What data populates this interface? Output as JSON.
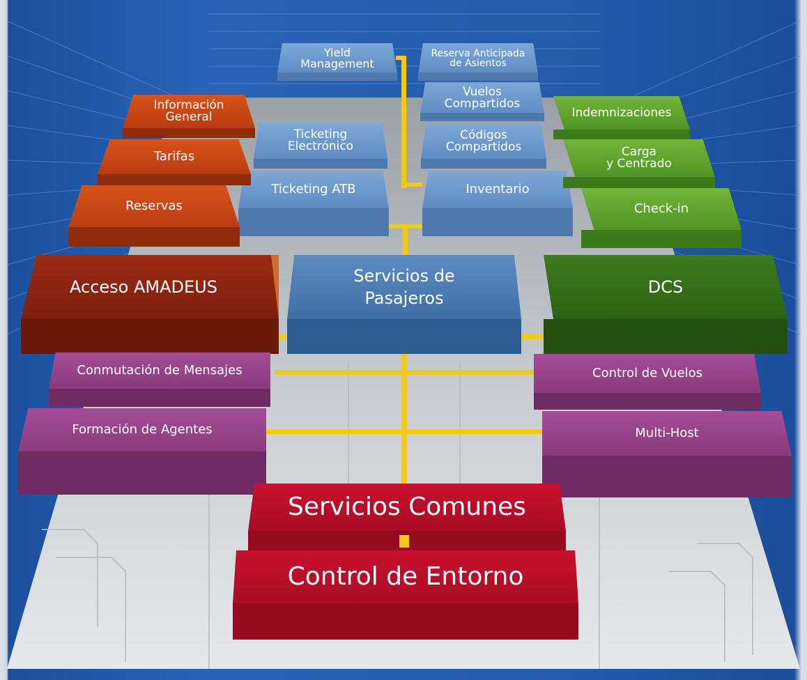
{
  "top_blue": {
    "yield": "Yield\nManagement",
    "reserva": "Reserva Anticipada\nde Asientos",
    "vuelos": "Vuelos\nCompartidos",
    "codigos": "Códigos\nCompartidos",
    "inventario": "Inventario",
    "ticketing_elec": "Ticketing\nElectrónico",
    "ticketing_atb": "Ticketing ATB"
  },
  "top_red": {
    "informacion": "Información\nGeneral",
    "tarifas": "Tarifas",
    "reservas": "Reservas"
  },
  "top_green": {
    "indemnizaciones": "Indemnizaciones",
    "carga": "Carga\ny Centrado",
    "checkin": "Check-in"
  },
  "main": {
    "acceso": "Acceso AMADEUS",
    "servicios_pasajeros": "Servicios de\nPasajeros",
    "dcs": "DCS"
  },
  "purple": {
    "conmutacion": "Conmutación de Mensajes",
    "formacion": "Formación de Agentes",
    "control_vuelos": "Control de Vuelos",
    "multihost": "Multi-Host"
  },
  "base": {
    "servicios_comunes": "Servicios Comunes",
    "control_entorno": "Control de Entorno"
  },
  "colors": {
    "background_blue": "#235aa9",
    "connector_yellow": "#f2c81a",
    "orange_red": "#c8471a",
    "light_blue": "#6f9ad0",
    "green": "#5ea12e",
    "purple": "#8a3a7d",
    "crimson": "#c8102e"
  }
}
